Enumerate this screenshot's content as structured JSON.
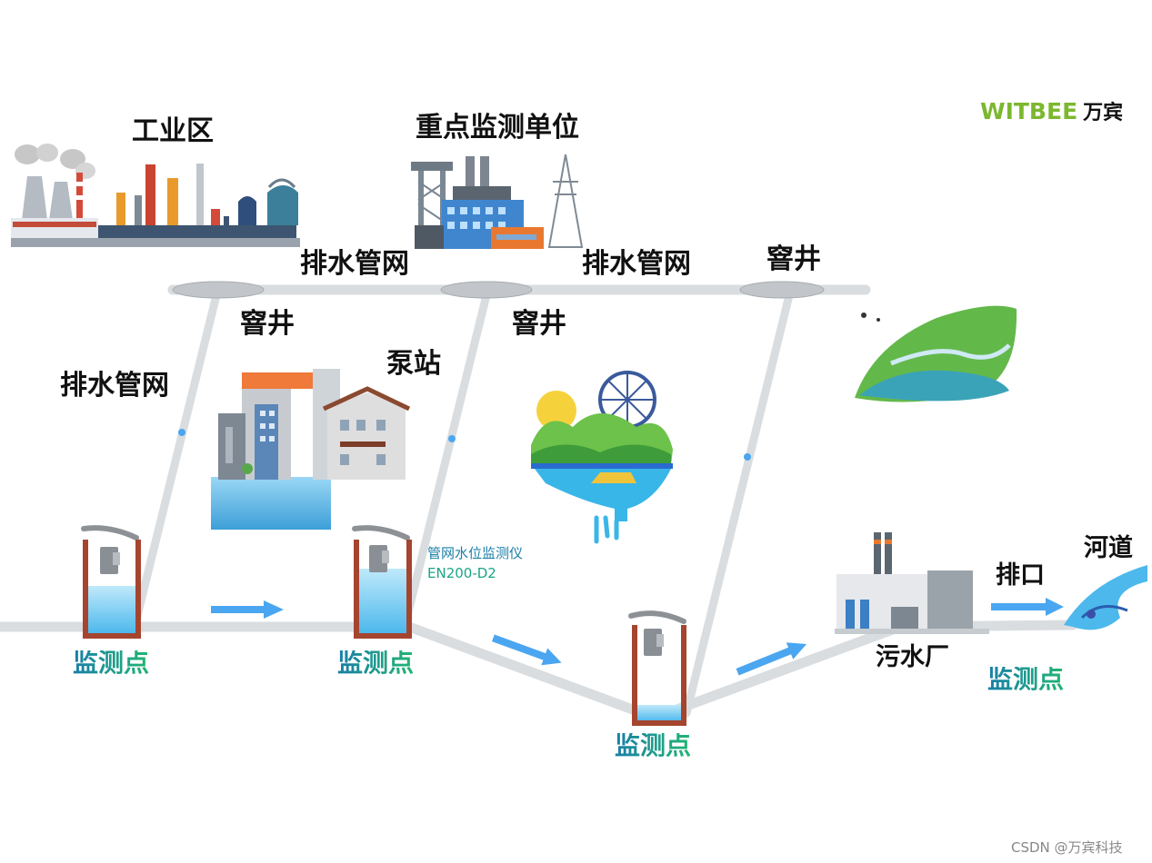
{
  "brand": {
    "name_en": "WITBEE",
    "name_cn": "万宾"
  },
  "labels": {
    "industrial_zone": "工业区",
    "key_monitor_unit": "重点监测单位",
    "drainage_top_left": "排水管网",
    "drainage_top_right": "排水管网",
    "drainage_left": "排水管网",
    "manhole_top_right": "窨井",
    "manhole_left": "窨井",
    "manhole_mid": "窨井",
    "pump_station": "泵站",
    "sewage_plant": "污水厂",
    "outfall": "排口",
    "river": "河道"
  },
  "device": {
    "name": "管网水位监测仪",
    "model": "EN200-D2"
  },
  "monitor_points": [
    "监测点",
    "监测点",
    "监测点",
    "监测点"
  ],
  "colors": {
    "pipe": "#d9dcdf",
    "well_wall": "#a5452f",
    "water": "#7fd0f4",
    "arrow": "#4aa6f0",
    "brand_green": "#7cb82f"
  },
  "credit": "CSDN @万宾科技"
}
